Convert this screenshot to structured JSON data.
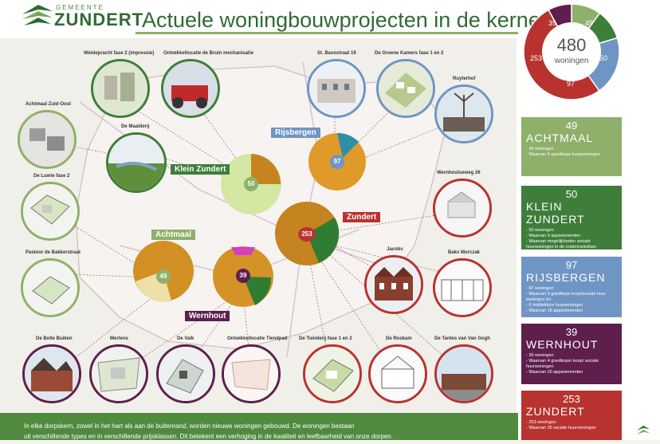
{
  "header": {
    "logo_gemeente": "GEMEENTE",
    "logo_name": "ZUNDERT",
    "title": "Actuele woningbouwprojecten in de kernen"
  },
  "summary": {
    "total": "480",
    "unit": "woningen",
    "segments": [
      {
        "name": "ACHTMAAL",
        "value": 49,
        "color": "#8fb06b"
      },
      {
        "name": "KLEIN ZUNDERT",
        "value": 50,
        "color": "#3f7d3a"
      },
      {
        "name": "RIJSBERGEN",
        "value": 97,
        "color": "#6f95c4"
      },
      {
        "name": "ZUNDERT",
        "value": 253,
        "color": "#b8332f"
      },
      {
        "name": "WERNHOUT",
        "value": 39,
        "color": "#5e1f4c"
      }
    ],
    "labels": [
      "39",
      "49",
      "50",
      "97",
      "253"
    ]
  },
  "kernen": [
    {
      "name": "ACHTMAAL",
      "count": "49",
      "color": "#8fb06b",
      "lines": [
        "49 woningen",
        "Waarvan 5 sjoedkope koopwoningen"
      ]
    },
    {
      "name": "KLEIN ZUNDERT",
      "count": "50",
      "color": "#3f7d3a",
      "lines": [
        "50 woningen",
        "Waarvan 5 appartementen",
        "Waarvan mogelijkheden sociale huurwoningen in de onderzoeksfase"
      ]
    },
    {
      "name": "RIJSBERGEN",
      "count": "97",
      "color": "#6f95c4",
      "lines": [
        "97 woningen",
        "Waarvan 5 goedkope koop/sociale hour woningen en",
        "6 middeldure huurwoningen",
        "Waarvan 18 appartementen"
      ]
    },
    {
      "name": "WERNHOUT",
      "count": "39",
      "color": "#5e1f4c",
      "lines": [
        "39 woningen",
        "Waarvan 4 goedkoper koop/ sociale huurwoningen",
        "Waarvan 20 appartementen"
      ]
    },
    {
      "name": "ZUNDERT",
      "count": "253",
      "color": "#b8332f",
      "lines": [
        "253 woningen",
        "Waarvan 35 sociale huurwoningen"
      ]
    }
  ],
  "map_labels": {
    "rijsbergen": "Rijsbergen",
    "klein_zundert": "Klein Zundert",
    "zundert": "Zundert",
    "achtmaal": "Achtmaal",
    "wernhout": "Wernhout"
  },
  "map_counts": {
    "rijsbergen": "97",
    "klein_zundert": "50",
    "zundert": "253",
    "achtmaal": "49",
    "wernhout": "39"
  },
  "projects": [
    "Weidepracht fase 2 (impressie)",
    "Ontwikkellocatie de Bruin mechanisatie",
    "St. Bavostraat 19",
    "De Groene Kamers fase 1 en 2",
    "Ruyterhof",
    "Achtmaal Zuid-Oost",
    "De Maalderij",
    "De Luwte fase 2",
    "Wernhoutseweg 26",
    "Pastoor de Bakkerstraat",
    "Jacobs",
    "Bakx Morczak",
    "De Bolle Buiken",
    "Mertens",
    "De Valk",
    "Ontwikkellocatie Tiendpad",
    "De Tuinderij fase 1 en 2",
    "De Roskam",
    "De Tantes van Van Gogh"
  ],
  "footer": {
    "line1": "In elke dorpskern, zowel in het hart als aan de buitenrand, worden nieuwe woningen gebouwd. De woningen bestaan",
    "line2": "uit verschillende types en in verschillende prijsklassen. Dit betekent een verhoging in de kwaliteit en leefbaarheid van onze dorpen."
  }
}
